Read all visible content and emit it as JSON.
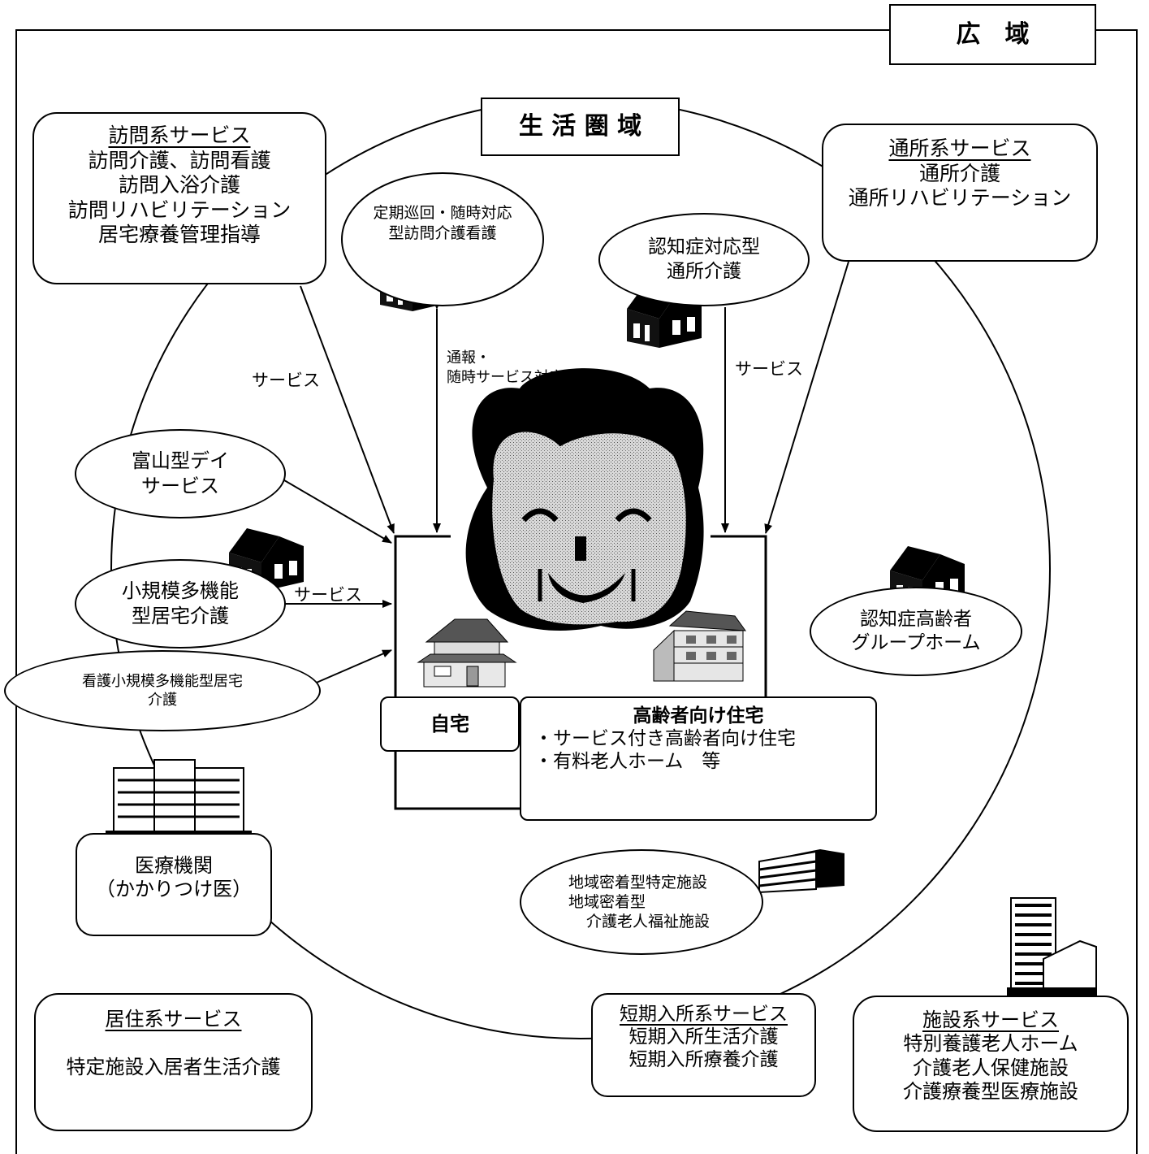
{
  "wide_area": {
    "title": "広　域"
  },
  "life_area": {
    "title": "生 活 圏 域"
  },
  "visit_services": {
    "title": "訪問系サービス",
    "items": [
      "訪問介護、訪問看護",
      "訪問入浴介護",
      "訪問リハビリテーション",
      "居宅療養管理指導"
    ]
  },
  "day_services": {
    "title": "通所系サービス",
    "items": [
      "通所介護",
      "通所リハビリテーション"
    ]
  },
  "periodic_visit": {
    "lines": [
      "定期巡回・随時対応",
      "型訪問介護看護"
    ]
  },
  "dementia_day": {
    "lines": [
      "認知症対応型",
      "通所介護"
    ]
  },
  "toyama_day": {
    "lines": [
      "富山型デイ",
      "サービス"
    ]
  },
  "small_multi": {
    "lines": [
      "小規模多機能",
      "型居宅介護"
    ]
  },
  "nursing_small_multi": {
    "lines": [
      "看護小規模多機能型居宅",
      "介護"
    ]
  },
  "dementia_group_home": {
    "lines": [
      "認知症高齢者",
      "グループホーム"
    ]
  },
  "medical": {
    "lines": [
      "医療機関",
      "（かかりつけ医）"
    ]
  },
  "community_facility": {
    "lines": [
      "地域密着型特定施設",
      "地域密着型",
      "介護老人福祉施設"
    ]
  },
  "home": {
    "label": "自宅"
  },
  "elderly_housing": {
    "title": "高齢者向け住宅",
    "items": [
      "・サービス付き高齢者向け住宅",
      "・有料老人ホーム　等"
    ]
  },
  "short_stay": {
    "title": "短期入所系サービス",
    "items": [
      "短期入所生活介護",
      "短期入所療養介護"
    ]
  },
  "residential": {
    "title": "居住系サービス",
    "items": [
      "特定施設入居者生活介護"
    ]
  },
  "facility_services": {
    "title": "施設系サービス",
    "items": [
      "特別養護老人ホーム",
      "介護老人保健施設",
      "介護療養型医療施設"
    ]
  },
  "arrow_labels": {
    "service_left": "サービス",
    "notify_1": "通報・",
    "notify_2": "随時サービス対応",
    "service_right": "サービス",
    "service_small": "サービス"
  },
  "icons": [
    "house-icon",
    "elderly-woman-face-icon",
    "detached-house-icon",
    "apartment-icon",
    "office-building-icon",
    "hospital-building-icon",
    "tall-facility-icon"
  ]
}
